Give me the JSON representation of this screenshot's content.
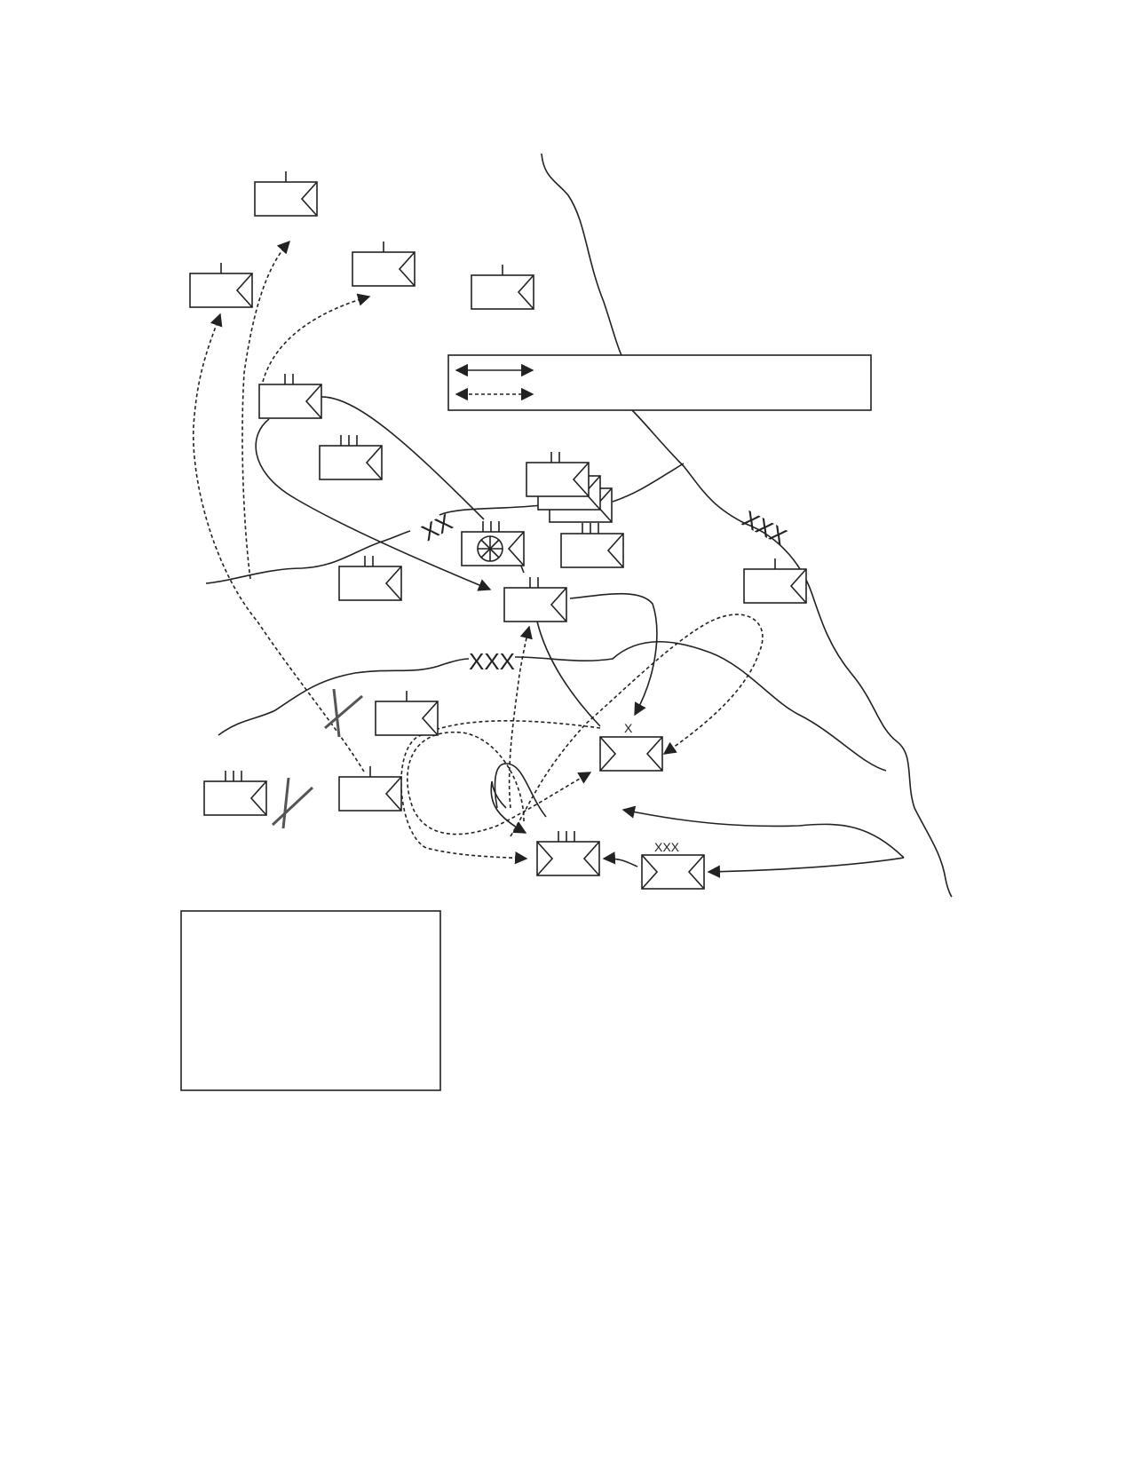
{
  "echelon_labels": {
    "division_boundary": "XX",
    "corps_boundary_north": "XXX",
    "corps_boundary_center": "XXX",
    "brigade_unit": "X",
    "corps_unit": "XXX"
  },
  "symbols": {
    "wheel_symbol": "wheel-icon",
    "unit_signal_mark": "flag-triangle-icon",
    "unit_hq_mark": "bowtie-icon"
  },
  "colors": {
    "line": "#222222",
    "strike": "#555555",
    "background": "#ffffff"
  }
}
